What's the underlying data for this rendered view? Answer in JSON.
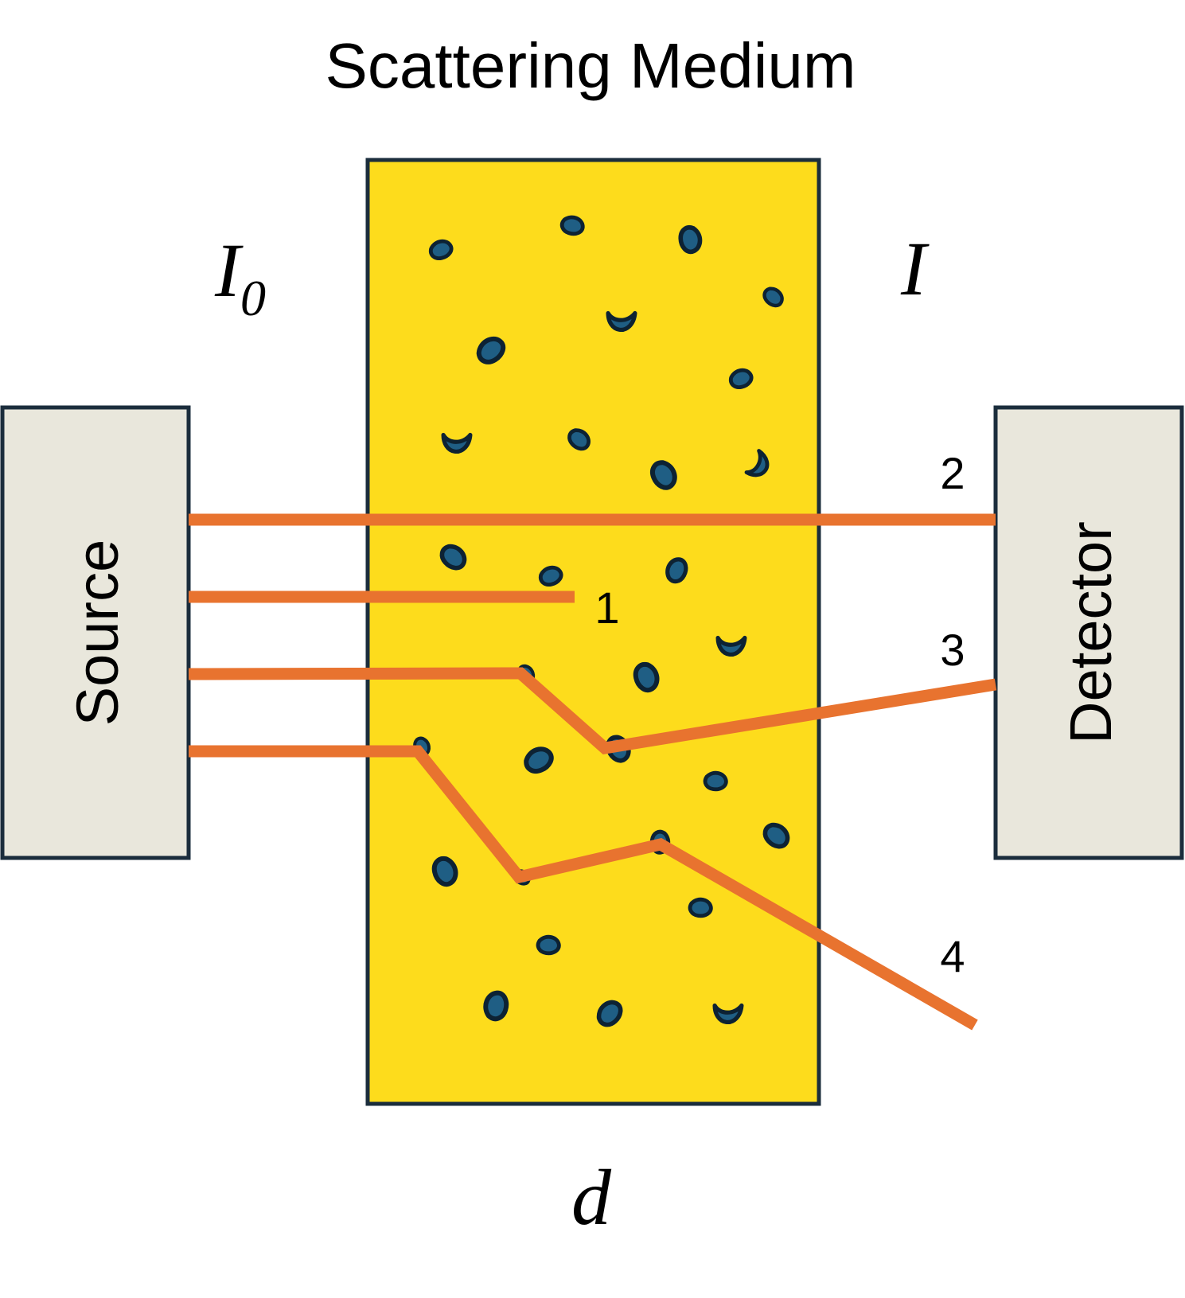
{
  "title": "Scattering Medium",
  "source": {
    "label": "Source"
  },
  "detector": {
    "label": "Detector"
  },
  "medium": {
    "label": "d"
  },
  "intensities": {
    "incident": {
      "symbol": "I",
      "subscript": "0"
    },
    "transmitted": {
      "symbol": "I"
    }
  },
  "rays": [
    {
      "id": "1",
      "label": "1",
      "description": "absorbed"
    },
    {
      "id": "2",
      "label": "2",
      "description": "unscattered"
    },
    {
      "id": "3",
      "label": "3",
      "description": "scattered into detector"
    },
    {
      "id": "4",
      "label": "4",
      "description": "scattered away"
    }
  ],
  "colors": {
    "medium_fill": "#FDDC1C",
    "box_fill": "#E9E7DC",
    "outline": "#1b2d3c",
    "ray": "#E8732F",
    "particle": "#1F5E84"
  }
}
